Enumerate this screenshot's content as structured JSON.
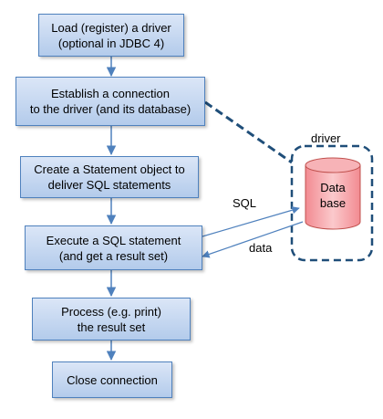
{
  "steps": [
    {
      "label": "Load (register) a driver\n(optional in JDBC 4)"
    },
    {
      "label": "Establish a connection\nto the driver (and its database)"
    },
    {
      "label": "Create a Statement object to\ndeliver SQL statements"
    },
    {
      "label": "Execute a SQL statement\n(and get a result set)"
    },
    {
      "label": "Process  (e.g. print)\nthe result set"
    },
    {
      "label": "Close connection"
    }
  ],
  "driver": {
    "label": "driver"
  },
  "database": {
    "label": "Data\nbase"
  },
  "arrows": {
    "sql_label": "SQL",
    "data_label": "data"
  },
  "colors": {
    "box_fill_top": "#dbe6f7",
    "box_fill_bottom": "#b3cbeb",
    "box_border": "#4f81bd",
    "arrow": "#4f81bd",
    "dashed_connector": "#1f4e79",
    "db_fill": "#f4a3a8",
    "db_stroke": "#c0504d"
  }
}
